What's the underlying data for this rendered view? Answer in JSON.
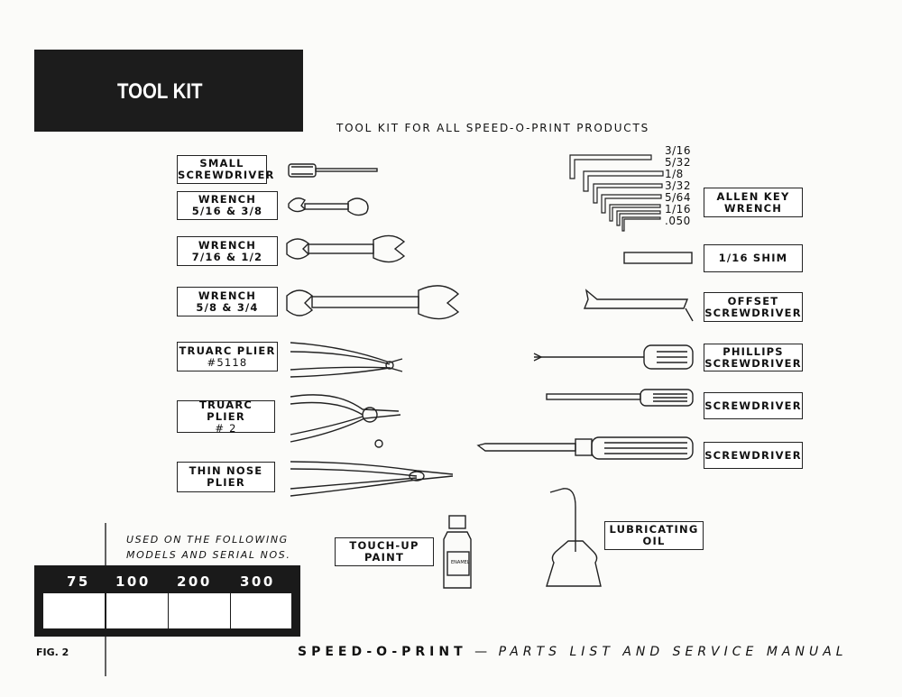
{
  "header": {
    "title": "TOOL KIT"
  },
  "subtitle": "TOOL KIT FOR ALL SPEED-O-PRINT PRODUCTS",
  "labels": {
    "small_screwdriver": [
      "SMALL",
      "SCREWDRIVER"
    ],
    "wrench_1": [
      "WRENCH",
      "5/16 & 3/8"
    ],
    "wrench_2": [
      "WRENCH",
      "7/16 & 1/2"
    ],
    "wrench_3": [
      "WRENCH",
      "5/8 & 3/4"
    ],
    "truarc_1": [
      "TRUARC PLIER",
      "#5118"
    ],
    "truarc_2": [
      "TRUARC PLIER",
      "# 2"
    ],
    "thin_nose": [
      "THIN NOSE",
      "PLIER"
    ],
    "allen": [
      "ALLEN KEY",
      "WRENCH"
    ],
    "shim": "1/16 SHIM",
    "offset": [
      "OFFSET",
      "SCREWDRIVER"
    ],
    "phillips": [
      "PHILLIPS",
      "SCREWDRIVER"
    ],
    "screwdriver_1": "SCREWDRIVER",
    "screwdriver_2": "SCREWDRIVER",
    "oil": [
      "LUBRICATING",
      "OIL"
    ],
    "paint": [
      "TOUCH-UP",
      "PAINT"
    ]
  },
  "allen_sizes": [
    "3/16",
    "5/32",
    "1/8",
    "3/32",
    "5/64",
    "1/16",
    ".050"
  ],
  "bottle_label": "ENAMEL",
  "models": {
    "caption": [
      "USED ON THE FOLLOWING",
      "MODELS AND SERIAL NOS."
    ],
    "numbers": [
      "75",
      "100",
      "200",
      "300"
    ]
  },
  "footer": {
    "fig": "FIG. 2",
    "brand": "SPEED-O-PRINT",
    "dash": " — ",
    "manual": "PARTS LIST AND SERVICE MANUAL"
  }
}
